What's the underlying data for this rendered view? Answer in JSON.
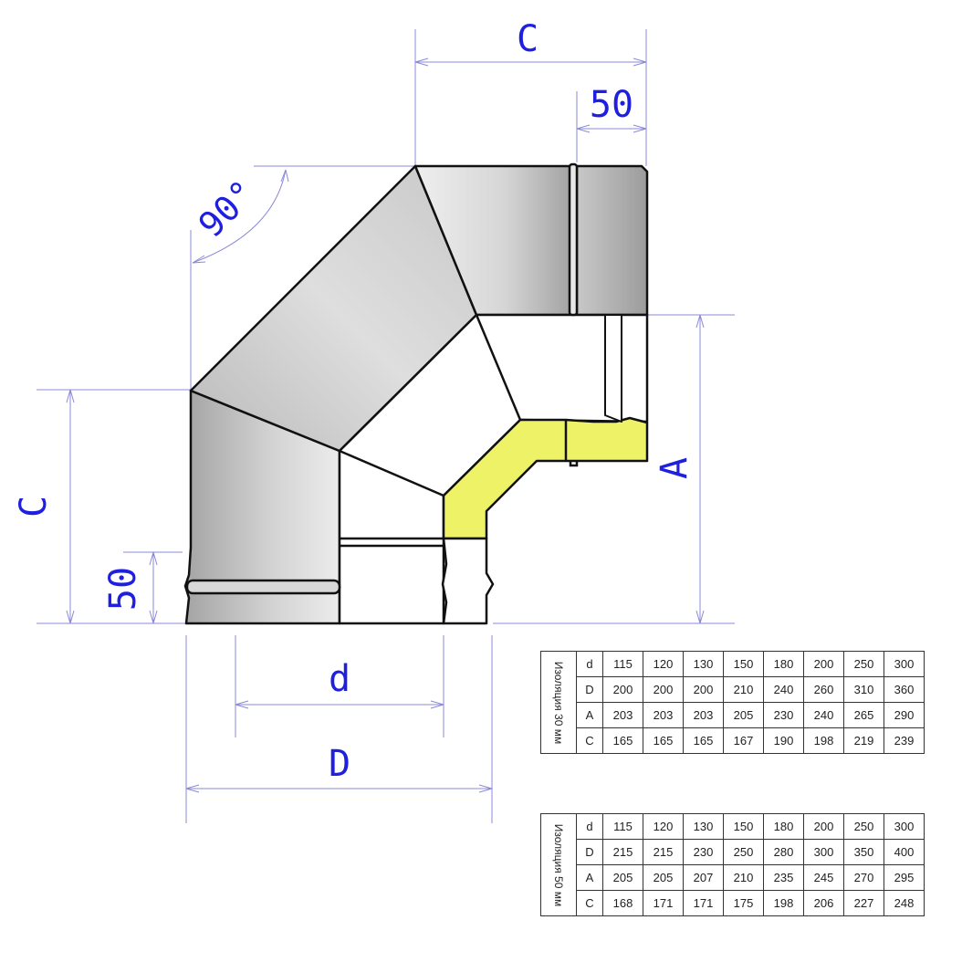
{
  "diagram": {
    "dimension_labels": {
      "top_C": "C",
      "top_50": "50",
      "angle": "90°",
      "left_C": "C",
      "left_50": "50",
      "d": "d",
      "D": "D",
      "A": "A"
    },
    "colors": {
      "dimension": "#8a8ad8",
      "dimension_text": "#1f1fe0",
      "insulation": "#eef266",
      "metal_light": "#e6e6e6",
      "metal_dark": "#a9a9a9",
      "outline": "#111111"
    }
  },
  "tables": [
    {
      "label": "Изоляция 30 мм",
      "rows": [
        {
          "key": "d",
          "values": [
            "115",
            "120",
            "130",
            "150",
            "180",
            "200",
            "250",
            "300"
          ]
        },
        {
          "key": "D",
          "values": [
            "200",
            "200",
            "200",
            "210",
            "240",
            "260",
            "310",
            "360"
          ]
        },
        {
          "key": "A",
          "values": [
            "203",
            "203",
            "203",
            "205",
            "230",
            "240",
            "265",
            "290"
          ]
        },
        {
          "key": "C",
          "values": [
            "165",
            "165",
            "165",
            "167",
            "190",
            "198",
            "219",
            "239"
          ]
        }
      ]
    },
    {
      "label": "Изоляция 50 мм",
      "rows": [
        {
          "key": "d",
          "values": [
            "115",
            "120",
            "130",
            "150",
            "180",
            "200",
            "250",
            "300"
          ]
        },
        {
          "key": "D",
          "values": [
            "215",
            "215",
            "230",
            "250",
            "280",
            "300",
            "350",
            "400"
          ]
        },
        {
          "key": "A",
          "values": [
            "205",
            "205",
            "207",
            "210",
            "235",
            "245",
            "270",
            "295"
          ]
        },
        {
          "key": "C",
          "values": [
            "168",
            "171",
            "171",
            "175",
            "198",
            "206",
            "227",
            "248"
          ]
        }
      ]
    }
  ]
}
